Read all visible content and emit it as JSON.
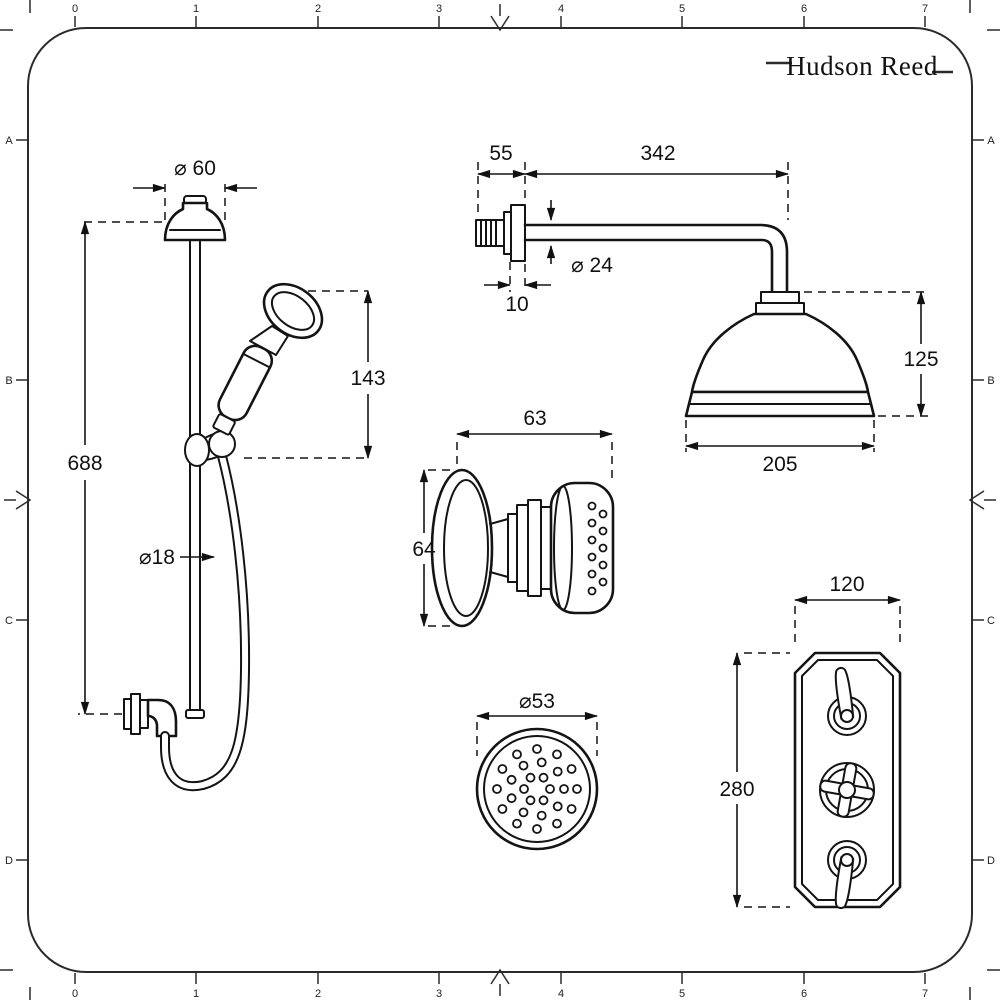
{
  "brand": {
    "name": "Hudson Reed"
  },
  "ruler": {
    "numbers": [
      "0",
      "1",
      "2",
      "3",
      "4",
      "5",
      "6",
      "7"
    ],
    "letters": [
      "A",
      "B",
      "C",
      "D"
    ]
  },
  "drawings": {
    "slide_rail": {
      "dims": {
        "flange_dia": "⌀ 60",
        "height": "688",
        "handset_length": "143",
        "rail_dia": "⌀18"
      }
    },
    "shower_head": {
      "dims": {
        "wall_depth": "55",
        "arm_length": "342",
        "flange_thickness": "10",
        "arm_dia": "⌀ 24",
        "head_height": "125",
        "head_dia": "205"
      }
    },
    "body_jet_side": {
      "dims": {
        "depth": "63",
        "height": "64"
      }
    },
    "body_jet_front": {
      "dims": {
        "dia": "⌀53"
      }
    },
    "valve": {
      "dims": {
        "width": "120",
        "height": "280"
      }
    }
  }
}
